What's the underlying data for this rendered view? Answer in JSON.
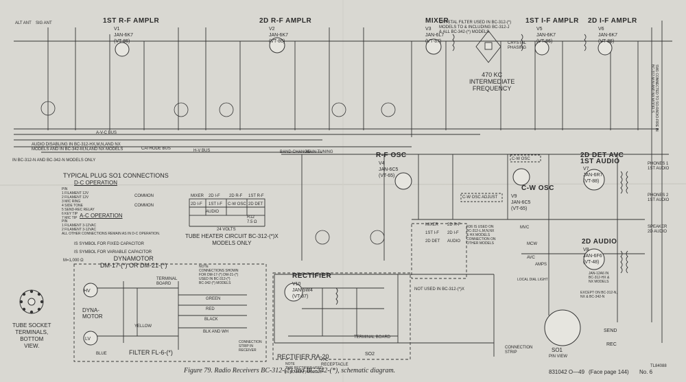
{
  "stage_labels": {
    "rf1": "1ST R-F AMPLR",
    "rf1_tube": "V1\nJAN-6K7\n(VT-86)",
    "rf2": "2D R-F AMPLR",
    "rf2_tube": "V2\nJAN-6K7\n(VT-86)",
    "mixer": "MIXER",
    "mixer_tube": "V3\nJAN-6L7\n(VT-87)",
    "if1": "1ST I-F AMPLR",
    "if1_tube": "V5\nJAN-6K7\n(VT-86)",
    "if2": "2D I-F AMPLR",
    "if2_tube": "V6\nJAN-6K7\n(VT-86)",
    "rfosc": "R-F OSC",
    "rfosc_tube": "V4\nJAN-6C5\n(VT-65)",
    "cwosc": "C-W OSC",
    "cwosc_tube": "V9\nJAN-6C5\n(VT-65)",
    "det": "2D DET AVC\n1ST AUDIO",
    "det_tube": "V7\nJAN-6R7\n(VT-88)",
    "audio2": "2D AUDIO",
    "audio2_tube": "V8\nJAN-6F6\n(VT-48)",
    "rect": "RECTIFIER",
    "rect_tube": "V10\nJAN-5W4\n(VT-87)"
  },
  "notes": {
    "ant": "ALT ANT",
    "sig": "SIG ANT",
    "crystal": "CRYSTAL FILTER USED IN BC-312-(*)\nMODELS TO & INCLUDING BC-312-J\n& ALL BC-342-(*) MODELS",
    "kc": "470 KC\nINTERMEDIATE\nFREQUENCY",
    "crystal_phasing": "CRYSTAL\nPHASING",
    "audio_disable": "AUDIO DISABLING IN BC-312-HX,M,N,AND NX\nMODELS AND IN BC-342-M,N,AND NX MODELS",
    "bc312": "IN BC-312-N AND BC-342-N MODELS ONLY",
    "avc_bus": "A-V-C BUS",
    "cathode_bus": "CATHODE BUS",
    "hv_bus": "H-V BUS",
    "band_change": "BAND CHANGE",
    "main_tuning": "MAIN TUNING",
    "cw_osc_adj": "C-W OSC ADJUST",
    "cw_osc_sw": "C-W OSC",
    "plug_title": "TYPICAL PLUG SO1 CONNECTIONS",
    "dc_op": "D-C OPERATION",
    "plug_pins": "PIN\n1 FILAMENT 12V\n2 FILAMENT 12V\n3 MIC RING\n4 SIDE TONE\n5 SEND-REC RELAY\n6 KEY TIP\n7 MIC TIP",
    "common": "COMMON",
    "common2": "COMMON",
    "ac_op": "A-C OPERATION",
    "ac_pins": "PIN\n1 FILAMENT 3-12VAC\n2 FILAMENT 3-12VAC\nALL OTHER CONNECTIONS REMAIN AS IN D-C OPERATION.",
    "fixed_cap": "IS SYMBOL FOR FIXED CAPACITOR",
    "var_cap": "IS SYMBOL FOR VARIABLE CAPACITOR",
    "meg": "M=1,000 Ω",
    "heater_cols": [
      "MIXER",
      "2D I-F",
      "2D R-F",
      "1ST R-F"
    ],
    "heater_row": [
      "2D I-F",
      "1ST I-F",
      "C-W OSC",
      "2D DET"
    ],
    "heater_audio": "AUDIO",
    "heater_r": "R12\n7.5 Ω",
    "heater_24v": "24 VOLTS",
    "heater_title": "TUBE HEATER CIRCUIT BC-312-(*)X\nMODELS ONLY",
    "dynamotor": "DYNAMOTOR\nDM-17-(*) OR DM-21-(*)",
    "dyna_motor": "DYNA-\nMOTOR",
    "hv": "HV",
    "lv": "LV",
    "filter": "FILTER FL-6-(*)",
    "terminal_board": "TERMINAL\nBOARD",
    "conn_note": "NOTE\nCONNECTIONS SHOWN\nFOR DM-17-(*) DM-21-(*)\nUSED IN BC-312-(*)\nBC-342-(*) MODELS",
    "green": "GREEN",
    "red": "RED",
    "black": "BLACK",
    "blk_wh": "BLK AND WH",
    "yellow": "YELLOW",
    "blue": "BLUE",
    "conn_strip": "CONNECTION\nSTRIP IN\nRECEIVER",
    "tube_socket": "TUBE SOCKET\nTERMINALS,\nBOTTOM\nVIEW.",
    "rectifier_ra": "RECTIFIER RA-20",
    "rect_note": "NOTE\nTHIS RECTIFIER USED\nIN BC-342-(*) MODELS",
    "ac_recep": "A-C\nRECEPTACLE",
    "so2": "SO2",
    "so1": "SO1",
    "pin_view": "PIN VIEW",
    "conn_strip2": "CONNECTION\nSTRIP",
    "terminal_board2": "TERMINAL BOARD",
    "not_used": "NOT USED IN BC-312-(*)X",
    "r36": "R36 IS USED ON\nBC-312-L,M,N,NX\n& HX MODELS\nCONNECTION ON\nOTHER MODELS",
    "mixer_tbl": [
      "MIXER",
      "2D R-F",
      "1ST I-F",
      "2D I-F",
      "2D DET",
      "AUDIO"
    ],
    "phones": "PHONES 1\n1ST AUDIO",
    "phones2": "PHONES 2\n1ST AUDIO",
    "speaker": "SPEAKER\n2D AUDIO",
    "send": "SEND",
    "rec": "REC",
    "except": "EXCEPT ON BC-312-N,\nNX & BC-342-N",
    "jan": "JAN-12A6 IN\nBC-312-HX &\nNX MODELS",
    "side_note": "SW1 CONNECTED TO SO-RADIO-FIRE IN\nBC-312-M,N AND NX MODELS",
    "code": "TL84088",
    "mcw": "MCW",
    "avc": "AVC",
    "mvc": "MVC",
    "amps": "AMPS",
    "ldr": "LOCAL DIAL LIGHT"
  },
  "caption": "Figure 79.  Radio Receivers BC-312-(*) and BC-342-(*), schematic diagram.",
  "footer_num": "831042 O—49",
  "footer_page": "(Face page 144)",
  "footer_no": "No. 6"
}
